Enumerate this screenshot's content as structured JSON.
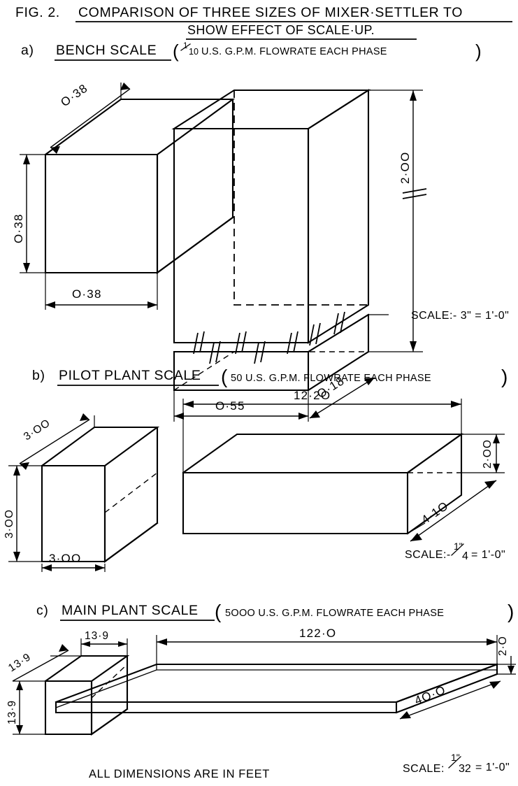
{
  "figure": {
    "number": "FIG. 2.",
    "title_line1": "COMPARISON OF THREE SIZES OF MIXER·SETTLER  TO",
    "title_line2": "SHOW EFFECT OF SCALE·UP.",
    "footer_note": "ALL DIMENSIONS ARE IN FEET"
  },
  "sections": {
    "a": {
      "marker": "a)",
      "title": "BENCH SCALE",
      "paren_open": "(",
      "flow_fraction_num": "1",
      "flow_fraction_den": "10",
      "flow_rest": "U.S. G.P.M.  FLOWRATE  EACH  PHASE",
      "paren_close": ")",
      "scale_label": "SCALE:-",
      "scale_value": "3\" = 1'-0\"",
      "scale_plain": "SCALE:- 3\" = 1'-0\"",
      "dims": {
        "mixer_depth": "O·38",
        "mixer_height": "O·38",
        "mixer_width": "O·38",
        "settler_height": "2·OO",
        "settler_width": "O·55",
        "settler_depth": "O·18"
      }
    },
    "b": {
      "marker": "b)",
      "title": "PILOT PLANT SCALE",
      "paren_open": "(",
      "flow_text": "50 U.S. G.P.M.  FLOWRATE  EACH  PHASE",
      "paren_close": ")",
      "scale_label": "SCALE:-",
      "scale_num": "1\"",
      "scale_den": "4",
      "scale_tail": "= 1'-0\"",
      "scale_plain": "SCALE:- 1\"/4 = 1'-0\"",
      "dims": {
        "mixer_depth": "3·OO",
        "mixer_height": "3·OO",
        "mixer_width": "3·OO",
        "settler_length": "12·2O",
        "settler_height": "2·OO",
        "settler_depth": "4·1O"
      }
    },
    "c": {
      "marker": "c)",
      "title": "MAIN PLANT SCALE",
      "paren_open": "(",
      "flow_text": "5OOO U.S. G.P.M.  FLOWRATE  EACH PHASE",
      "paren_close": ")",
      "scale_label": "SCALE:",
      "scale_num": "1\"",
      "scale_den": "32",
      "scale_tail": "= 1'-0\"",
      "scale_plain": "SCALE: 1\"/32 = 1'-0\"",
      "dims": {
        "mixer_depth": "13·9",
        "mixer_height": "13·9",
        "mixer_width": "13·9",
        "settler_length": "122·O",
        "settler_height": "2·O",
        "settler_depth": "4O·O"
      }
    }
  },
  "chart_data": {
    "type": "diagram",
    "title": "COMPARISON OF THREE SIZES OF MIXER·SETTLER TO SHOW EFFECT OF SCALE-UP.",
    "units": "feet",
    "cases": [
      {
        "id": "a",
        "name": "BENCH SCALE",
        "flowrate": "1/10 U.S. G.P.M. each phase",
        "drawing_scale": "3\" = 1'-0\"",
        "mixer": {
          "width": 0.38,
          "depth": 0.38,
          "height": 0.38
        },
        "settler": {
          "width": 0.55,
          "depth": 0.18,
          "height": 2.0
        }
      },
      {
        "id": "b",
        "name": "PILOT PLANT SCALE",
        "flowrate": "50 U.S. G.P.M. each phase",
        "drawing_scale": "1/4\" = 1'-0\"",
        "mixer": {
          "width": 3.0,
          "depth": 3.0,
          "height": 3.0
        },
        "settler": {
          "length": 12.2,
          "depth": 4.1,
          "height": 2.0
        }
      },
      {
        "id": "c",
        "name": "MAIN PLANT SCALE",
        "flowrate": "5000 U.S. G.P.M. each phase",
        "drawing_scale": "1/32\" = 1'-0\"",
        "mixer": {
          "width": 13.9,
          "depth": 13.9,
          "height": 13.9
        },
        "settler": {
          "length": 122.0,
          "depth": 40.0,
          "height": 2.0
        }
      }
    ]
  }
}
